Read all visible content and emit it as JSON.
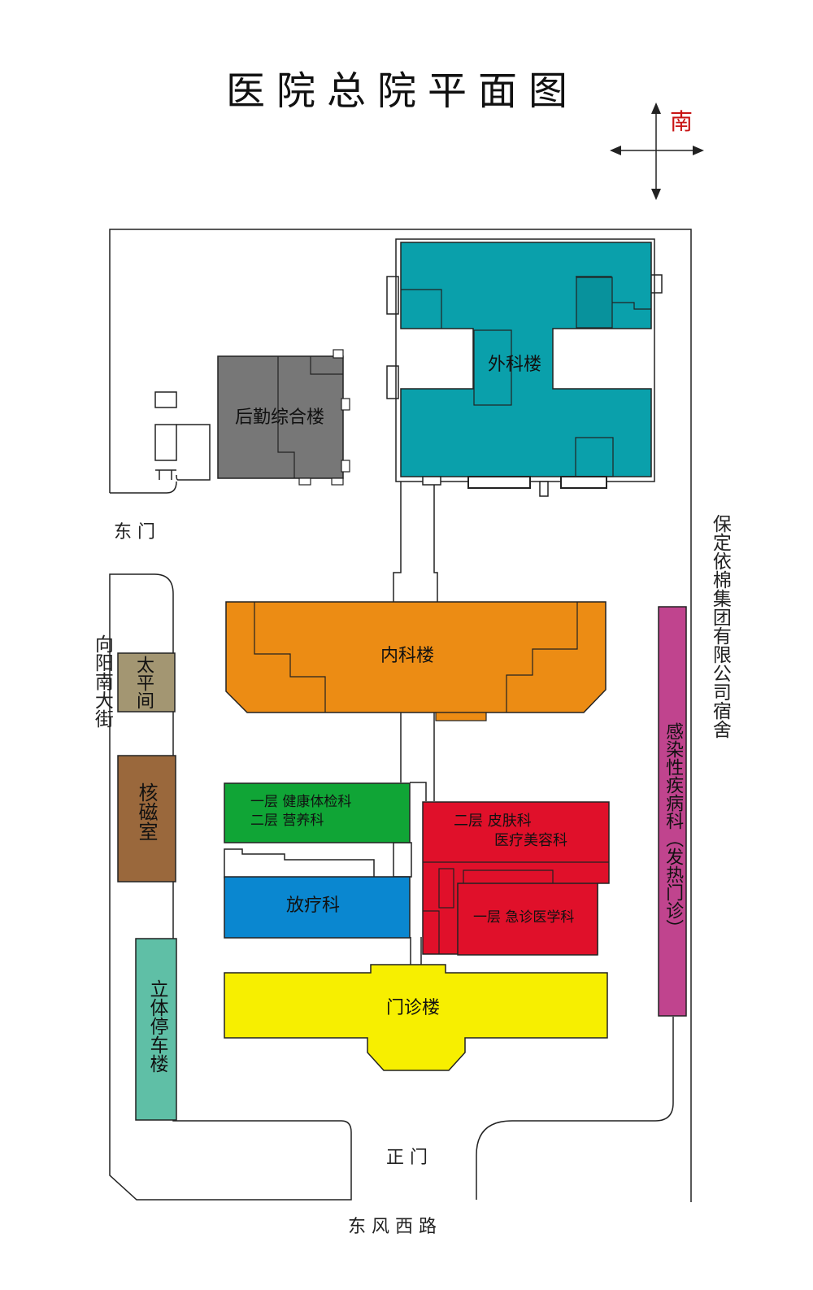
{
  "title": "医院总院平面图",
  "compass": {
    "south": "南",
    "south_color": "#c81414"
  },
  "buildings": {
    "surgery": {
      "label": "外科楼",
      "color": "#0aa0ab"
    },
    "logistics": {
      "label": "后勤综合楼",
      "color": "#777777"
    },
    "internal": {
      "label": "内科楼",
      "color": "#ec8c14"
    },
    "morgue": {
      "label": "太平间",
      "color": "#a39672"
    },
    "mri": {
      "label": "核磁室",
      "color": "#9a683c"
    },
    "health_check": {
      "line1": "一层  健康体检科",
      "line2": "二层  营养科",
      "color": "#10a536"
    },
    "dermatology": {
      "line1": "二层  皮肤科",
      "line2": "医疗美容科",
      "color": "#e0102a"
    },
    "radiotherapy": {
      "label": "放疗科",
      "color": "#0a87d0"
    },
    "emergency": {
      "label": "一层  急诊医学科",
      "color": "#e0102a"
    },
    "outpatient": {
      "label": "门诊楼",
      "color": "#f7ef00"
    },
    "parking": {
      "label": "立体停车楼",
      "color": "#5fbfa6"
    },
    "infectious": {
      "label": "感染性疾病科（发热门诊）",
      "color": "#c0448e"
    }
  },
  "labels": {
    "east_gate": "东  门",
    "main_gate": "正  门",
    "west_street": "向阳南大街",
    "east_road": "东  风  西  路",
    "company": "保定依棉集团有限公司宿舍"
  }
}
